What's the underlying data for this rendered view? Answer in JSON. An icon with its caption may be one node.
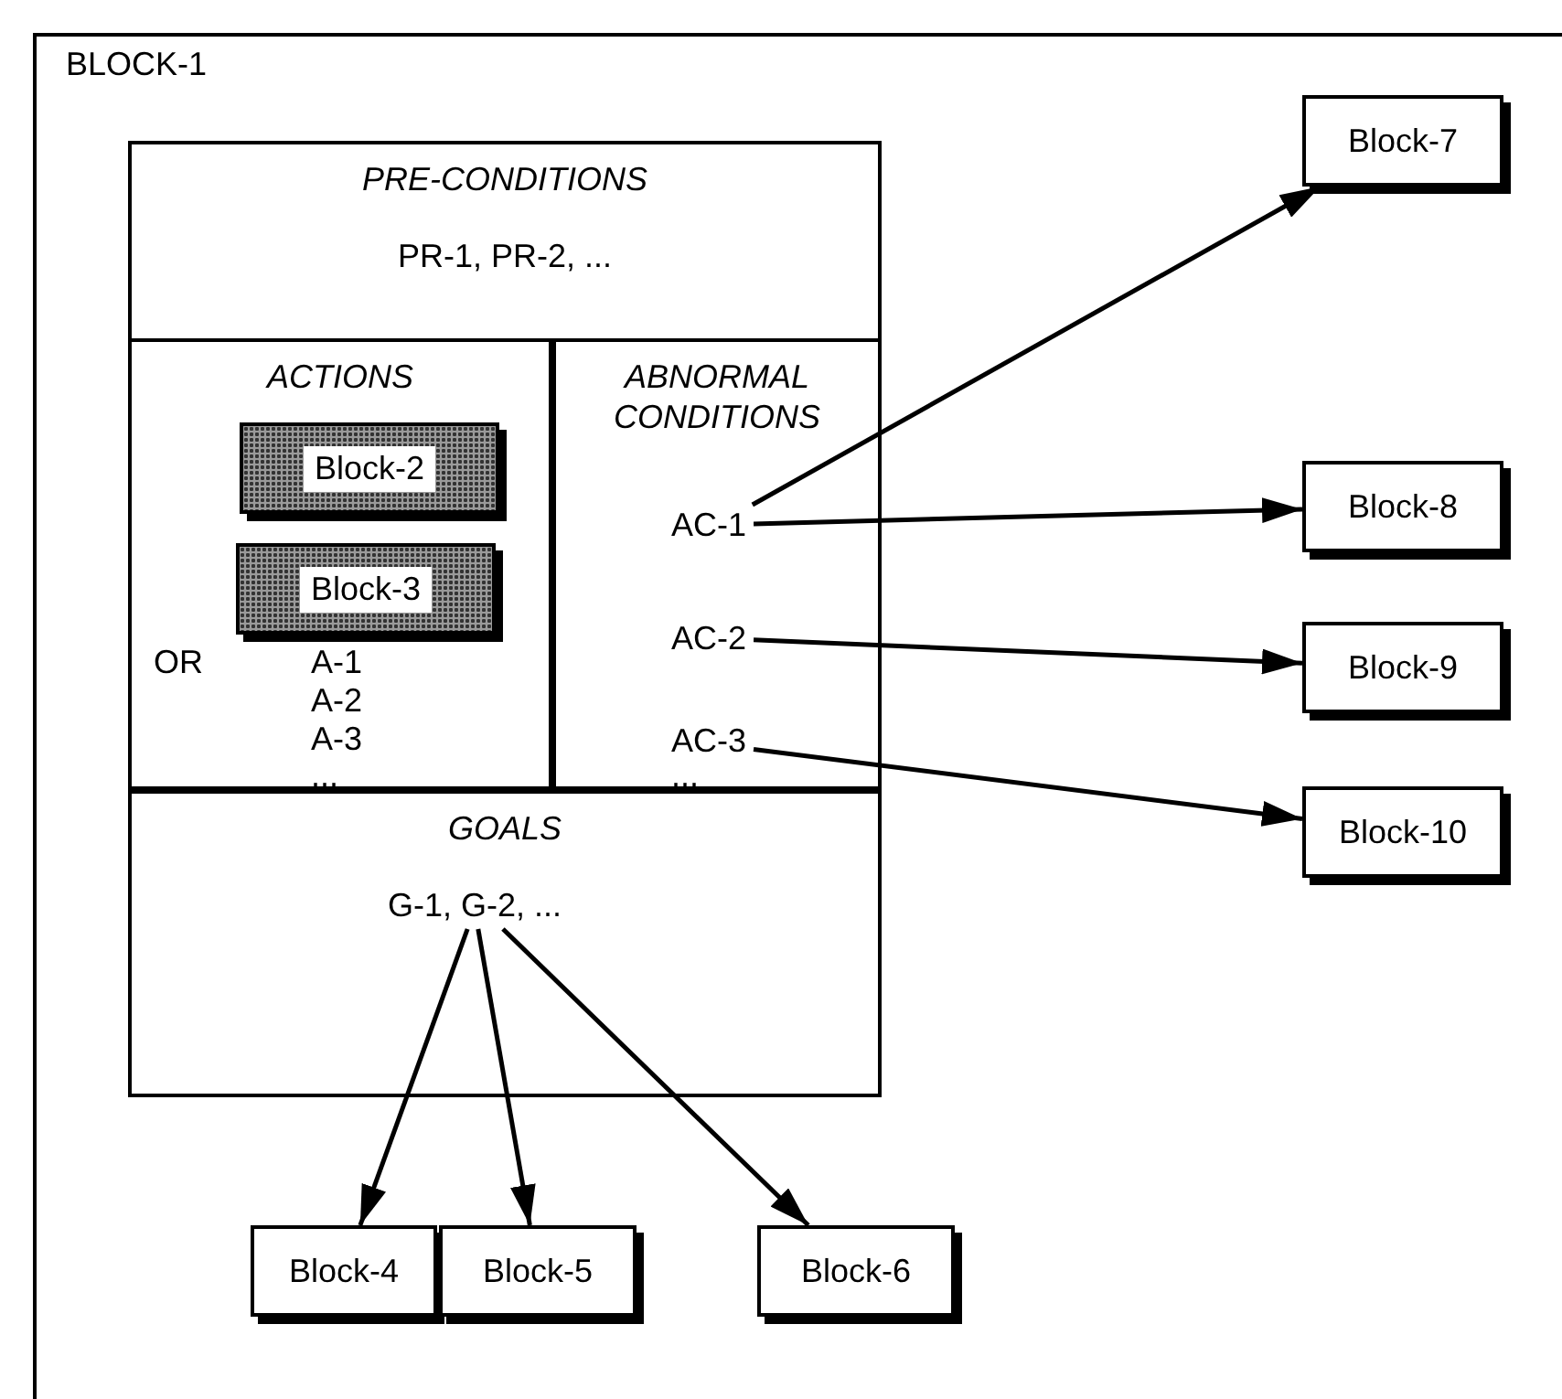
{
  "diagram": {
    "nodes": [
      {
        "text": [
          "BLOCK-1"
        ]
      },
      {
        "text": [
          "PRE-CONDITIONS",
          "PR-1, PR-2, ..."
        ],
        "in": 0
      },
      {
        "text": [
          "ACTIONS",
          "OR",
          "A-1",
          "A-2",
          "A-3",
          "..."
        ],
        "in": 0
      },
      {
        "text": [
          "Block-2"
        ],
        "in": 2
      },
      {
        "text": [
          "Block-3"
        ],
        "in": 2
      },
      {
        "text": [
          "ABNORMAL CONDITIONS",
          "..."
        ],
        "in": 0
      },
      {
        "text": [
          "AC-1"
        ],
        "in": 5
      },
      {
        "text": [
          "AC-2"
        ],
        "in": 5
      },
      {
        "text": [
          "AC-3"
        ],
        "in": 5
      },
      {
        "text": [
          "GOALS"
        ],
        "in": 0
      },
      {
        "text": [
          "G-1, G-2, ..."
        ],
        "in": 9
      },
      {
        "text": [
          "Block-4"
        ],
        "in": 0
      },
      {
        "text": [
          "Block-5"
        ],
        "in": 0
      },
      {
        "text": [
          "Block-6"
        ],
        "in": 0
      },
      {
        "text": [
          "Block-7"
        ],
        "in": 0
      },
      {
        "text": [
          "Block-8"
        ],
        "in": 0
      },
      {
        "text": [
          "Block-9"
        ],
        "in": 0
      },
      {
        "text": [
          "Block-10"
        ],
        "in": 0
      }
    ],
    "edges": [
      {
        "from": 6,
        "to": 14,
        "arrow": "to"
      },
      {
        "from": 6,
        "to": 15,
        "arrow": "to"
      },
      {
        "from": 7,
        "to": 16,
        "arrow": "to"
      },
      {
        "from": 8,
        "to": 17,
        "arrow": "to"
      },
      {
        "from": 10,
        "to": 11,
        "arrow": "to"
      },
      {
        "from": 10,
        "to": 12,
        "arrow": "to"
      },
      {
        "from": 10,
        "to": 13,
        "arrow": "to"
      }
    ]
  }
}
